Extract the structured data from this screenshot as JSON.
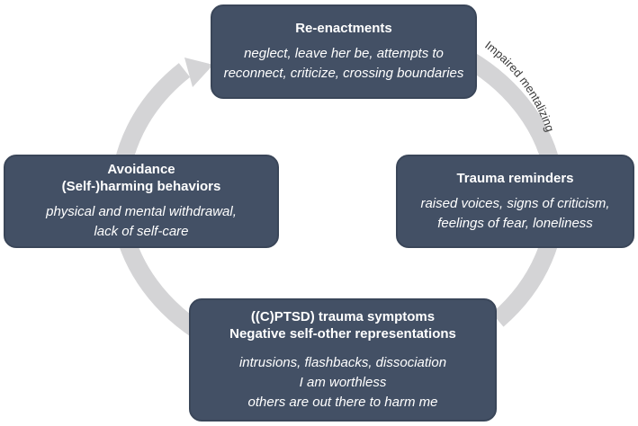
{
  "diagram": {
    "colors": {
      "node_fill": "#435065",
      "node_text": "#ffffff",
      "ring": "#d4d4d6",
      "ring_label": "#3a3a3a"
    },
    "nodes": {
      "reenactments": {
        "title": "Re-enactments",
        "details": [
          "neglect, leave her be, attempts to",
          "reconnect, criticize, crossing boundaries"
        ]
      },
      "trauma_reminders": {
        "title": "Trauma reminders",
        "details": [
          "raised voices, signs of criticism,",
          "feelings of fear, loneliness"
        ]
      },
      "symptoms": {
        "titles": [
          "((C)PTSD) trauma symptoms",
          "Negative self-other representations"
        ],
        "details": [
          "intrusions, flashbacks, dissociation",
          "I am worthless",
          "others are out there to harm me"
        ]
      },
      "avoidance": {
        "titles": [
          "Avoidance",
          "(Self-)harming behaviors"
        ],
        "details": [
          "physical and mental withdrawal,",
          "lack of self-care"
        ]
      }
    },
    "edges": [
      {
        "from": "reenactments",
        "to": "trauma_reminders",
        "label": "Impaired mentalizing"
      },
      {
        "from": "trauma_reminders",
        "to": "symptoms",
        "label": ""
      },
      {
        "from": "symptoms",
        "to": "avoidance",
        "label": ""
      },
      {
        "from": "avoidance",
        "to": "reenactments",
        "label": ""
      }
    ]
  }
}
